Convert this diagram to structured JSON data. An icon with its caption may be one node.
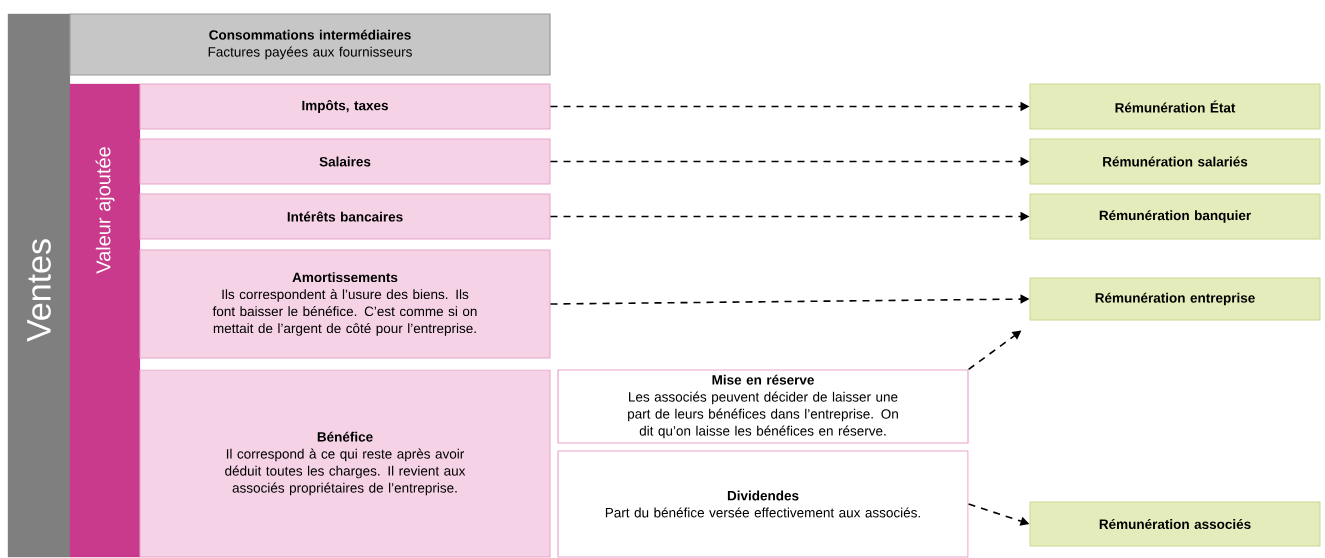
{
  "diagram": {
    "nodes": [
      {
        "text": [
          "Ventes"
        ]
      },
      {
        "text": [
          "Consommations intermédiaires",
          "Factures payées aux fournisseurs"
        ]
      },
      {
        "text": [
          "Valeur ajoutée"
        ]
      },
      {
        "text": [
          "Impôts, taxes"
        ]
      },
      {
        "text": [
          "Salaires"
        ]
      },
      {
        "text": [
          "Intérêts bancaires"
        ]
      },
      {
        "text": [
          "Amortissements",
          "Ils correspondent à l’usure des biens. Ils font baisser le bénéfice. C’est comme si on mettait de l’argent de côté pour l’entreprise."
        ]
      },
      {
        "text": [
          "Bénéfice",
          "Il correspond à ce qui reste après avoir déduit toutes les charges. Il revient aux associés propriétaires de l’entreprise."
        ]
      },
      {
        "text": [
          "Mise en réserve",
          "Les associés peuvent décider de laisser une part de leurs bénéfices dans l’entreprise. On dit qu’on laisse les bénéfices en réserve."
        ]
      },
      {
        "text": [
          "Dividendes",
          "Part du bénéfice versée effectivement aux associés."
        ]
      },
      {
        "text": [
          "Rémunération État"
        ]
      },
      {
        "text": [
          "Rémunération salariés"
        ]
      },
      {
        "text": [
          "Rémunération banquier"
        ]
      },
      {
        "text": [
          "Rémunération entreprise"
        ]
      },
      {
        "text": [
          "Rémunération associés"
        ]
      }
    ],
    "edges": [
      {
        "from": 3,
        "to": 10,
        "arrow": "to",
        "style": "dashed"
      },
      {
        "from": 4,
        "to": 11,
        "arrow": "to",
        "style": "dashed"
      },
      {
        "from": 5,
        "to": 12,
        "arrow": "to",
        "style": "dashed"
      },
      {
        "from": 6,
        "to": 13,
        "arrow": "to",
        "style": "dashed"
      },
      {
        "from": 8,
        "to": 13,
        "arrow": "to",
        "style": "dashed"
      },
      {
        "from": 9,
        "to": 14,
        "arrow": "to",
        "style": "dashed"
      }
    ]
  }
}
